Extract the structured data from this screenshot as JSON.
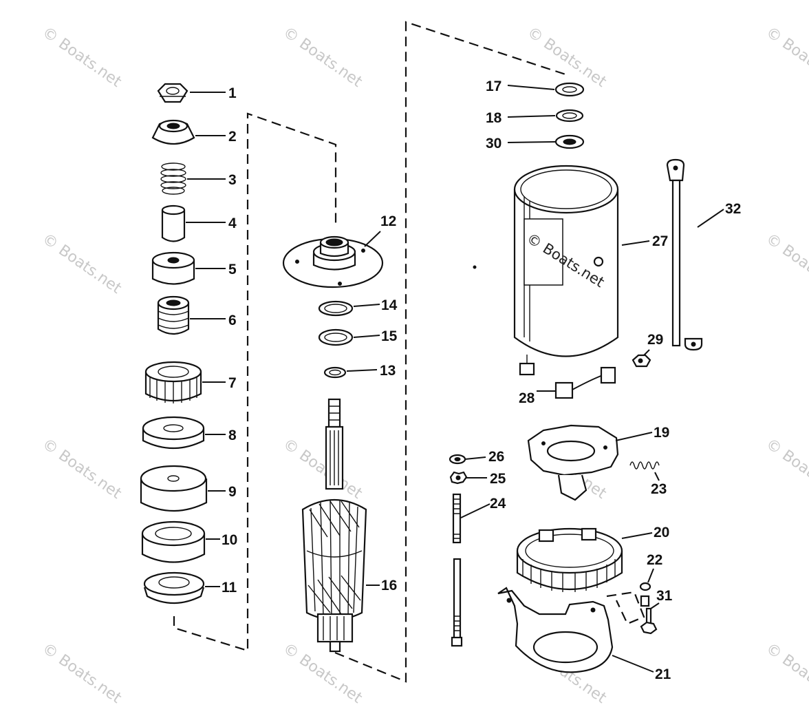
{
  "watermark": {
    "text": "© Boats.net"
  },
  "callouts": {
    "c1": "1",
    "c2": "2",
    "c3": "3",
    "c4": "4",
    "c5": "5",
    "c6": "6",
    "c7": "7",
    "c8": "8",
    "c9": "9",
    "c10": "10",
    "c11": "11",
    "c12": "12",
    "c13": "13",
    "c14": "14",
    "c15": "15",
    "c16": "16",
    "c17": "17",
    "c18": "18",
    "c19": "19",
    "c20": "20",
    "c21": "21",
    "c22": "22",
    "c23": "23",
    "c24": "24",
    "c25": "25",
    "c26": "26",
    "c27": "27",
    "c28": "28",
    "c29": "29",
    "c30": "30",
    "c31": "31",
    "c32": "32"
  },
  "colors": {
    "ink": "#111111",
    "watermark": "#c8c8c8",
    "background": "#ffffff"
  }
}
